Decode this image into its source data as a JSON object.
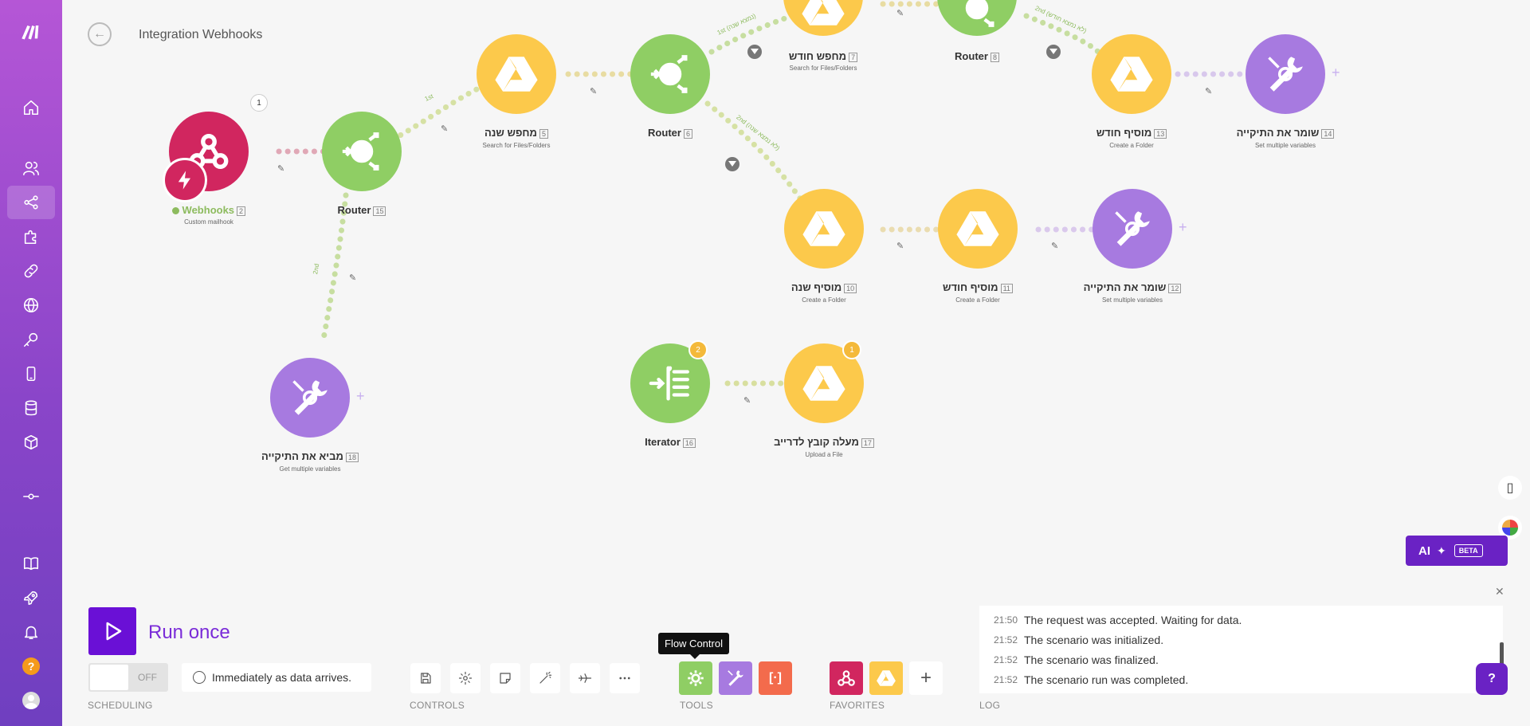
{
  "header": {
    "title": "Integration Webhooks"
  },
  "sidebar": {
    "items": [
      {
        "name": "logo",
        "icon": "make-logo-icon"
      },
      {
        "name": "home",
        "icon": "home-icon"
      },
      {
        "name": "team",
        "icon": "users-icon"
      },
      {
        "name": "scenarios",
        "icon": "share-icon",
        "active": true
      },
      {
        "name": "templates",
        "icon": "puzzle-icon"
      },
      {
        "name": "connections",
        "icon": "link-icon"
      },
      {
        "name": "webhooks",
        "icon": "globe-icon"
      },
      {
        "name": "keys",
        "icon": "key-icon"
      },
      {
        "name": "devices",
        "icon": "mobile-icon"
      },
      {
        "name": "data-stores",
        "icon": "database-icon"
      },
      {
        "name": "data-structures",
        "icon": "cube-icon"
      },
      {
        "name": "flow",
        "icon": "commit-icon"
      },
      {
        "name": "docs",
        "icon": "book-icon"
      },
      {
        "name": "whats-new",
        "icon": "rocket-icon"
      },
      {
        "name": "notifications",
        "icon": "bell-icon"
      },
      {
        "name": "help",
        "icon": "question-icon"
      },
      {
        "name": "profile",
        "icon": "avatar-icon"
      }
    ]
  },
  "colors": {
    "webhook": "#d1265f",
    "router": "#8fce64",
    "drive": "#fcc94b",
    "tools": "#a77ae0",
    "accent": "#6a22c4"
  },
  "modules": [
    {
      "id": "webhook",
      "title": "Webhooks",
      "num": "2",
      "sub": "Custom mailhook",
      "badge": "1"
    },
    {
      "id": "router15",
      "title": "Router",
      "num": "15",
      "sub": ""
    },
    {
      "id": "search5",
      "title": "מחפש שנה",
      "num": "5",
      "sub": "Search for Files/Folders"
    },
    {
      "id": "router6",
      "title": "Router",
      "num": "6",
      "sub": ""
    },
    {
      "id": "search7",
      "title": "מחפש חודש",
      "num": "7",
      "sub": "Search for Files/Folders"
    },
    {
      "id": "router8",
      "title": "Router",
      "num": "8",
      "sub": ""
    },
    {
      "id": "create13",
      "title": "מוסיף חודש",
      "num": "13",
      "sub": "Create a Folder"
    },
    {
      "id": "setvar14",
      "title": "שומר את התיקייה",
      "num": "14",
      "sub": "Set multiple variables"
    },
    {
      "id": "create10",
      "title": "מוסיף שנה",
      "num": "10",
      "sub": "Create a Folder"
    },
    {
      "id": "create11",
      "title": "מוסיף חודש",
      "num": "11",
      "sub": "Create a Folder"
    },
    {
      "id": "setvar12",
      "title": "שומר את התיקייה",
      "num": "12",
      "sub": "Set multiple variables"
    },
    {
      "id": "iterator16",
      "title": "Iterator",
      "num": "16",
      "sub": "",
      "badge": "2"
    },
    {
      "id": "upload17",
      "title": "מעלה קובץ לדרייב",
      "num": "17",
      "sub": "Upload a File",
      "badge": "1"
    },
    {
      "id": "getvar18",
      "title": "מביא את התיקייה",
      "num": "18",
      "sub": "Get multiple variables"
    }
  ],
  "route_labels": {
    "r15_1st": "1st",
    "r15_2nd": "2nd",
    "r6_1st": "1st (נמצא שנה)",
    "r6_2nd": "2nd (לא נמצא שנה)",
    "r8_2nd": "2nd (לא נמצא חודש)"
  },
  "ai": {
    "label": "AI",
    "beta": "BETA"
  },
  "run": {
    "label": "Run once"
  },
  "scheduling": {
    "toggle_label": "OFF",
    "schedule_text": "Immediately as data arrives.",
    "section_label": "SCHEDULING"
  },
  "controls": {
    "section_label": "CONTROLS",
    "buttons": [
      "save-icon",
      "settings-icon",
      "notes-icon",
      "magic-wand-icon",
      "airplane-icon",
      "more-icon"
    ]
  },
  "tools": {
    "section_label": "TOOLS",
    "tooltip": "Flow Control",
    "buttons": [
      "flow-control",
      "tools",
      "text-parser"
    ]
  },
  "favorites": {
    "section_label": "FAVORITES",
    "buttons": [
      "webhooks",
      "google-drive",
      "add"
    ]
  },
  "log": {
    "section_label": "LOG",
    "entries": [
      {
        "time": "21:50",
        "text": "The request was accepted. Waiting for data."
      },
      {
        "time": "21:52",
        "text": "The scenario was initialized."
      },
      {
        "time": "21:52",
        "text": "The scenario was finalized."
      },
      {
        "time": "21:52",
        "text": "The scenario run was completed."
      }
    ]
  }
}
